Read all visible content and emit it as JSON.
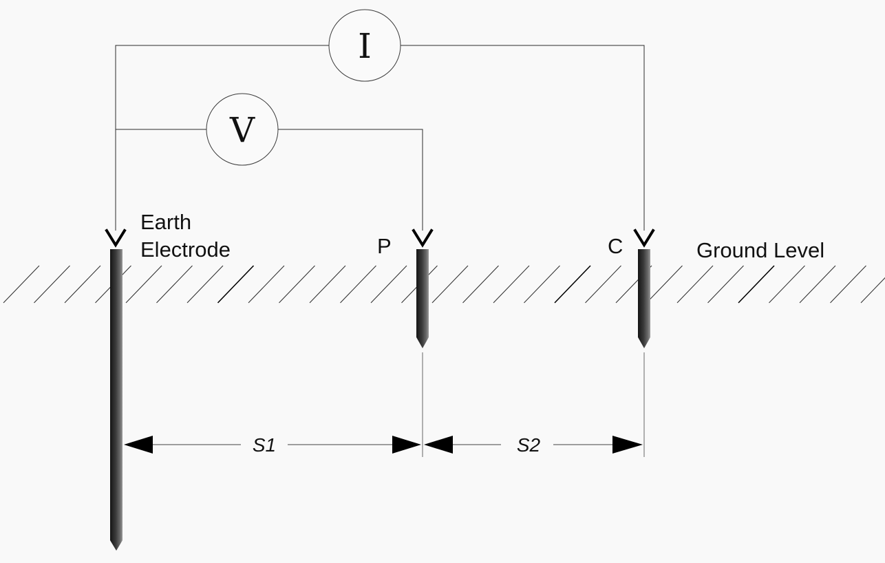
{
  "meters": {
    "current": "I",
    "voltage": "V"
  },
  "labels": {
    "earth_line1": "Earth",
    "earth_line2": "Electrode",
    "probe_p": "P",
    "probe_c": "C",
    "ground_level": "Ground Level"
  },
  "dimensions": {
    "s1": "S1",
    "s2": "S2"
  },
  "colors": {
    "background": "#f9f9f9",
    "line": "#2a2a2a",
    "rod_dark": "#1e1e1e",
    "rod_light": "#8a8a8a"
  }
}
